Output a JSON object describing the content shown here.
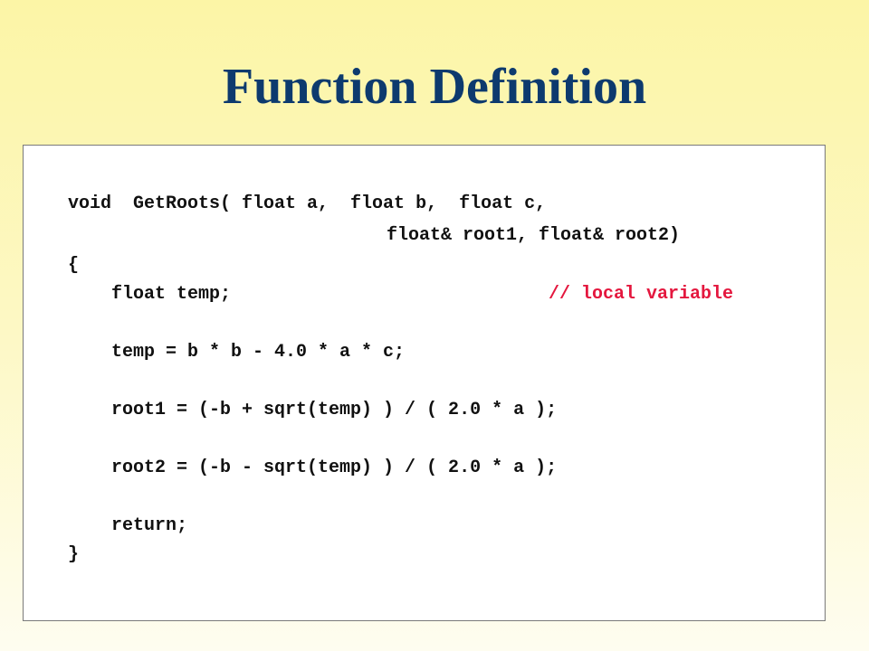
{
  "slide": {
    "title": "Function Definition"
  },
  "code": {
    "line1": "void  GetRoots( float a,  float b,  float c,",
    "line2": "float& root1, float& root2)",
    "line3": "{",
    "line4": "float temp;",
    "line4_comment": "// local variable",
    "line5": "temp = b * b - 4.0 * a * c;",
    "line6": "root1 = (-b + sqrt(temp) ) / ( 2.0 * a );",
    "line7": "root2 = (-b - sqrt(temp) ) / ( 2.0 * a );",
    "line8": "return;",
    "line9": "}"
  },
  "colors": {
    "title": "#0D3A6E",
    "code_text": "#111111",
    "comment": "#E4173E",
    "background_top": "#FCF5A6",
    "background_bottom": "#FEFDF0"
  }
}
